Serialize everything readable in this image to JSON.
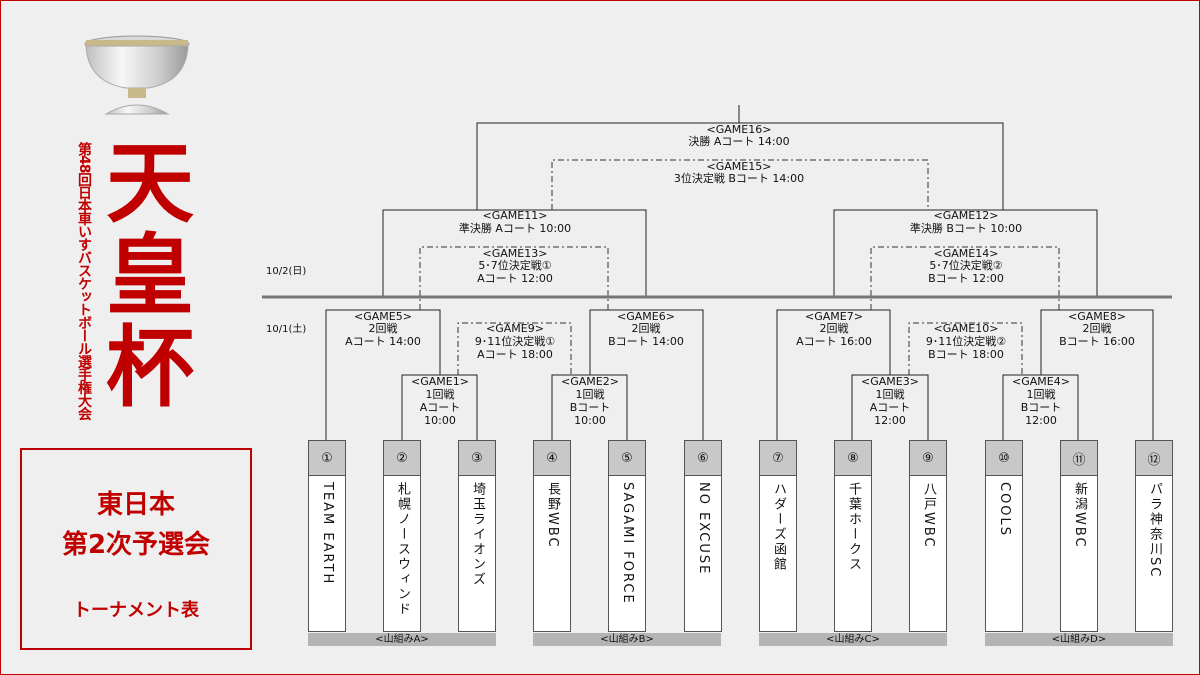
{
  "header": {
    "subtitle_vertical": "第48回日本車いすバスケットボール選手権大会",
    "cup_chars": [
      "天",
      "皇",
      "杯"
    ]
  },
  "info_box": {
    "line1": "東日本",
    "line2": "第2次予選会",
    "line3": "トーナメント表"
  },
  "colors": {
    "accent": "#c00000",
    "team_header": "#c8c8c8",
    "group_bar": "#b4b4b4"
  },
  "dates": {
    "day2": "10/2(日)",
    "day1": "10/1(土)"
  },
  "games": {
    "g16": {
      "title": "<GAME16>",
      "l1": "決勝  Aコート 14:00"
    },
    "g15": {
      "title": "<GAME15>",
      "l1": "3位決定戦  Bコート 14:00"
    },
    "g11": {
      "title": "<GAME11>",
      "l1": "準決勝  Aコート 10:00"
    },
    "g12": {
      "title": "<GAME12>",
      "l1": "準決勝  Bコート 10:00"
    },
    "g13": {
      "title": "<GAME13>",
      "l1": "5･7位決定戦①",
      "l2": "Aコート 12:00"
    },
    "g14": {
      "title": "<GAME14>",
      "l1": "5･7位決定戦②",
      "l2": "Bコート 12:00"
    },
    "g5": {
      "title": "<GAME5>",
      "l1": "2回戦",
      "l2": "Aコート 14:00"
    },
    "g6": {
      "title": "<GAME6>",
      "l1": "2回戦",
      "l2": "Bコート 14:00"
    },
    "g7": {
      "title": "<GAME7>",
      "l1": "2回戦",
      "l2": "Aコート 16:00"
    },
    "g8": {
      "title": "<GAME8>",
      "l1": "2回戦",
      "l2": "Bコート 16:00"
    },
    "g9": {
      "title": "<GAME9>",
      "l1": "9･11位決定戦①",
      "l2": "Aコート 18:00"
    },
    "g10": {
      "title": "<GAME10>",
      "l1": "9･11位決定戦②",
      "l2": "Bコート 18:00"
    },
    "g1": {
      "title": "<GAME1>",
      "l1": "1回戦",
      "l2": "Aコート",
      "l3": "10:00"
    },
    "g2": {
      "title": "<GAME2>",
      "l1": "1回戦",
      "l2": "Bコート",
      "l3": "10:00"
    },
    "g3": {
      "title": "<GAME3>",
      "l1": "1回戦",
      "l2": "Aコート",
      "l3": "12:00"
    },
    "g4": {
      "title": "<GAME4>",
      "l1": "1回戦",
      "l2": "Bコート",
      "l3": "12:00"
    }
  },
  "teams": [
    {
      "num": "①",
      "name": "TEAM EARTH"
    },
    {
      "num": "②",
      "name": "札幌ノースウィンド"
    },
    {
      "num": "③",
      "name": "埼玉ライオンズ"
    },
    {
      "num": "④",
      "name": "長野WBC"
    },
    {
      "num": "⑤",
      "name": "SAGAMI FORCE"
    },
    {
      "num": "⑥",
      "name": "NO EXCUSE"
    },
    {
      "num": "⑦",
      "name": "ハダーズ函館"
    },
    {
      "num": "⑧",
      "name": "千葉ホークス"
    },
    {
      "num": "⑨",
      "name": "八戸WBC"
    },
    {
      "num": "⑩",
      "name": "COOLS"
    },
    {
      "num": "⑪",
      "name": "新潟WBC"
    },
    {
      "num": "⑫",
      "name": "パラ神奈川SC"
    }
  ],
  "groups": [
    "<山組みA>",
    "<山組みB>",
    "<山組みC>",
    "<山組みD>"
  ]
}
